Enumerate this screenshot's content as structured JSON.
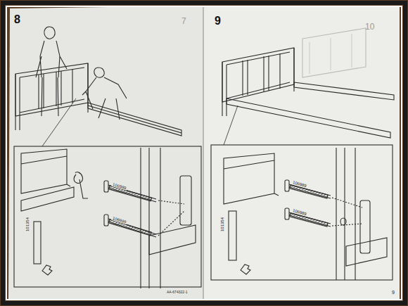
{
  "diagram": {
    "labels": [
      "8",
      "7",
      "9",
      "10",
      "106989",
      "106989",
      "101354",
      "106989",
      "106989",
      "101354",
      "AA-674322-1",
      "9"
    ]
  }
}
